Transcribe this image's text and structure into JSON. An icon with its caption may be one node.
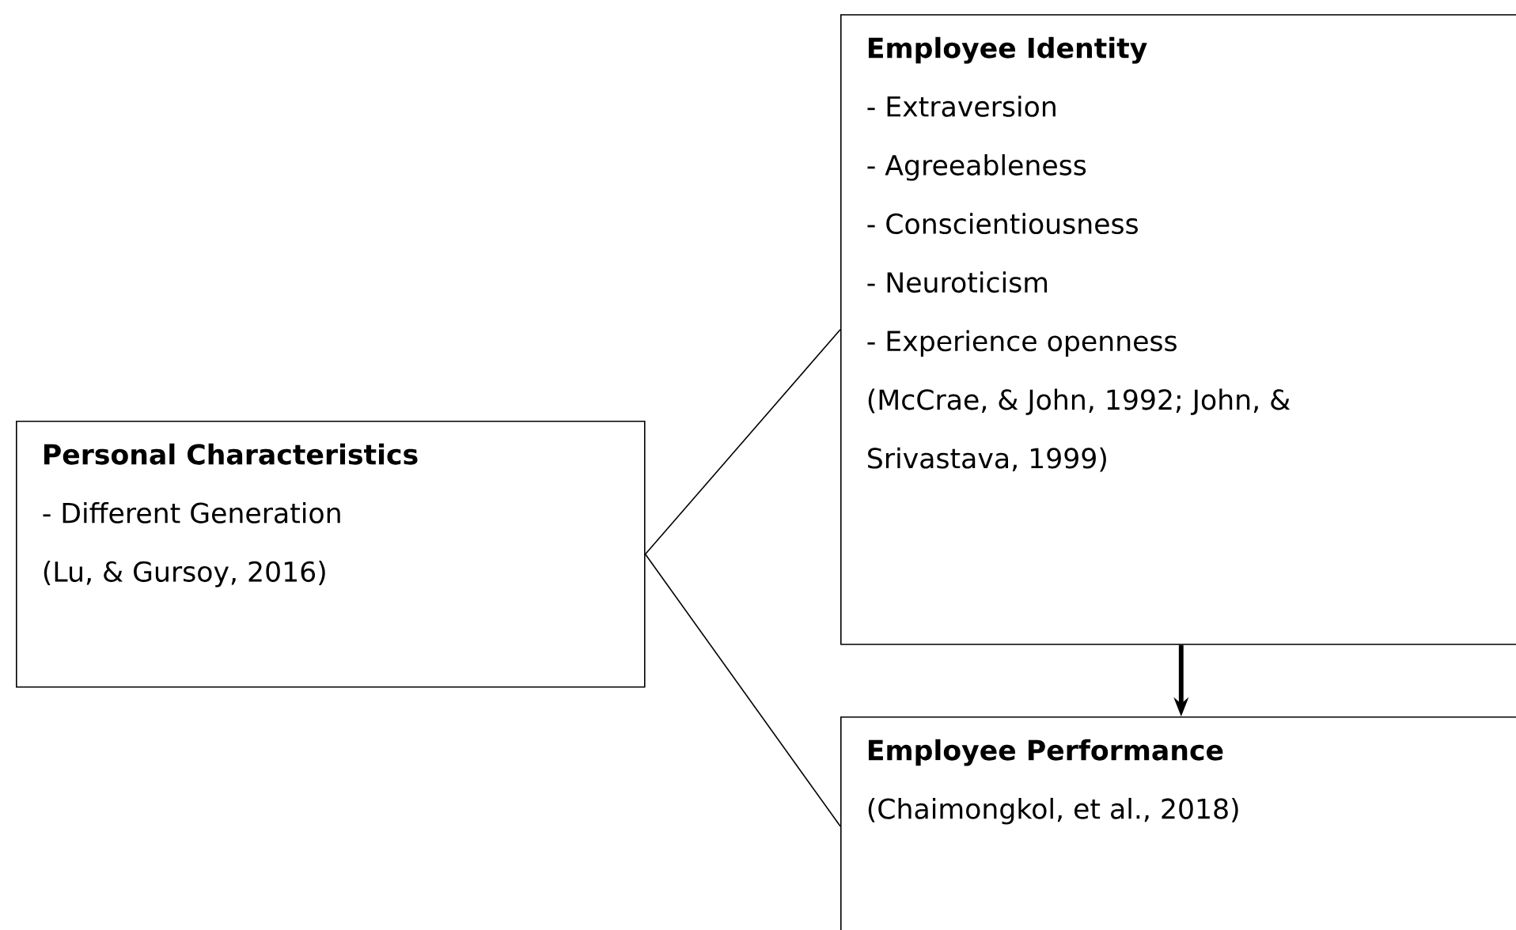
{
  "diagram": {
    "nodes": [
      {
        "text": [
          "Personal Characteristics",
          "- Different Generation",
          "(Lu, & Gursoy, 2016)"
        ]
      },
      {
        "text": [
          "Employee Identity",
          "- Extraversion",
          "- Agreeableness",
          "- Conscientiousness",
          "- Neuroticism",
          "- Experience openness",
          "(McCrae, & John, 1992; John, & Srivastava, 1999)"
        ]
      },
      {
        "text": [
          "Employee Performance",
          "(Chaimongkol, et al., 2018)"
        ]
      }
    ],
    "edges": [
      {
        "from": 0,
        "to": 1,
        "arrow": "none"
      },
      {
        "from": 0,
        "to": 2,
        "arrow": "none"
      },
      {
        "from": 1,
        "to": 2,
        "arrow": "to",
        "style": "thick"
      }
    ]
  }
}
